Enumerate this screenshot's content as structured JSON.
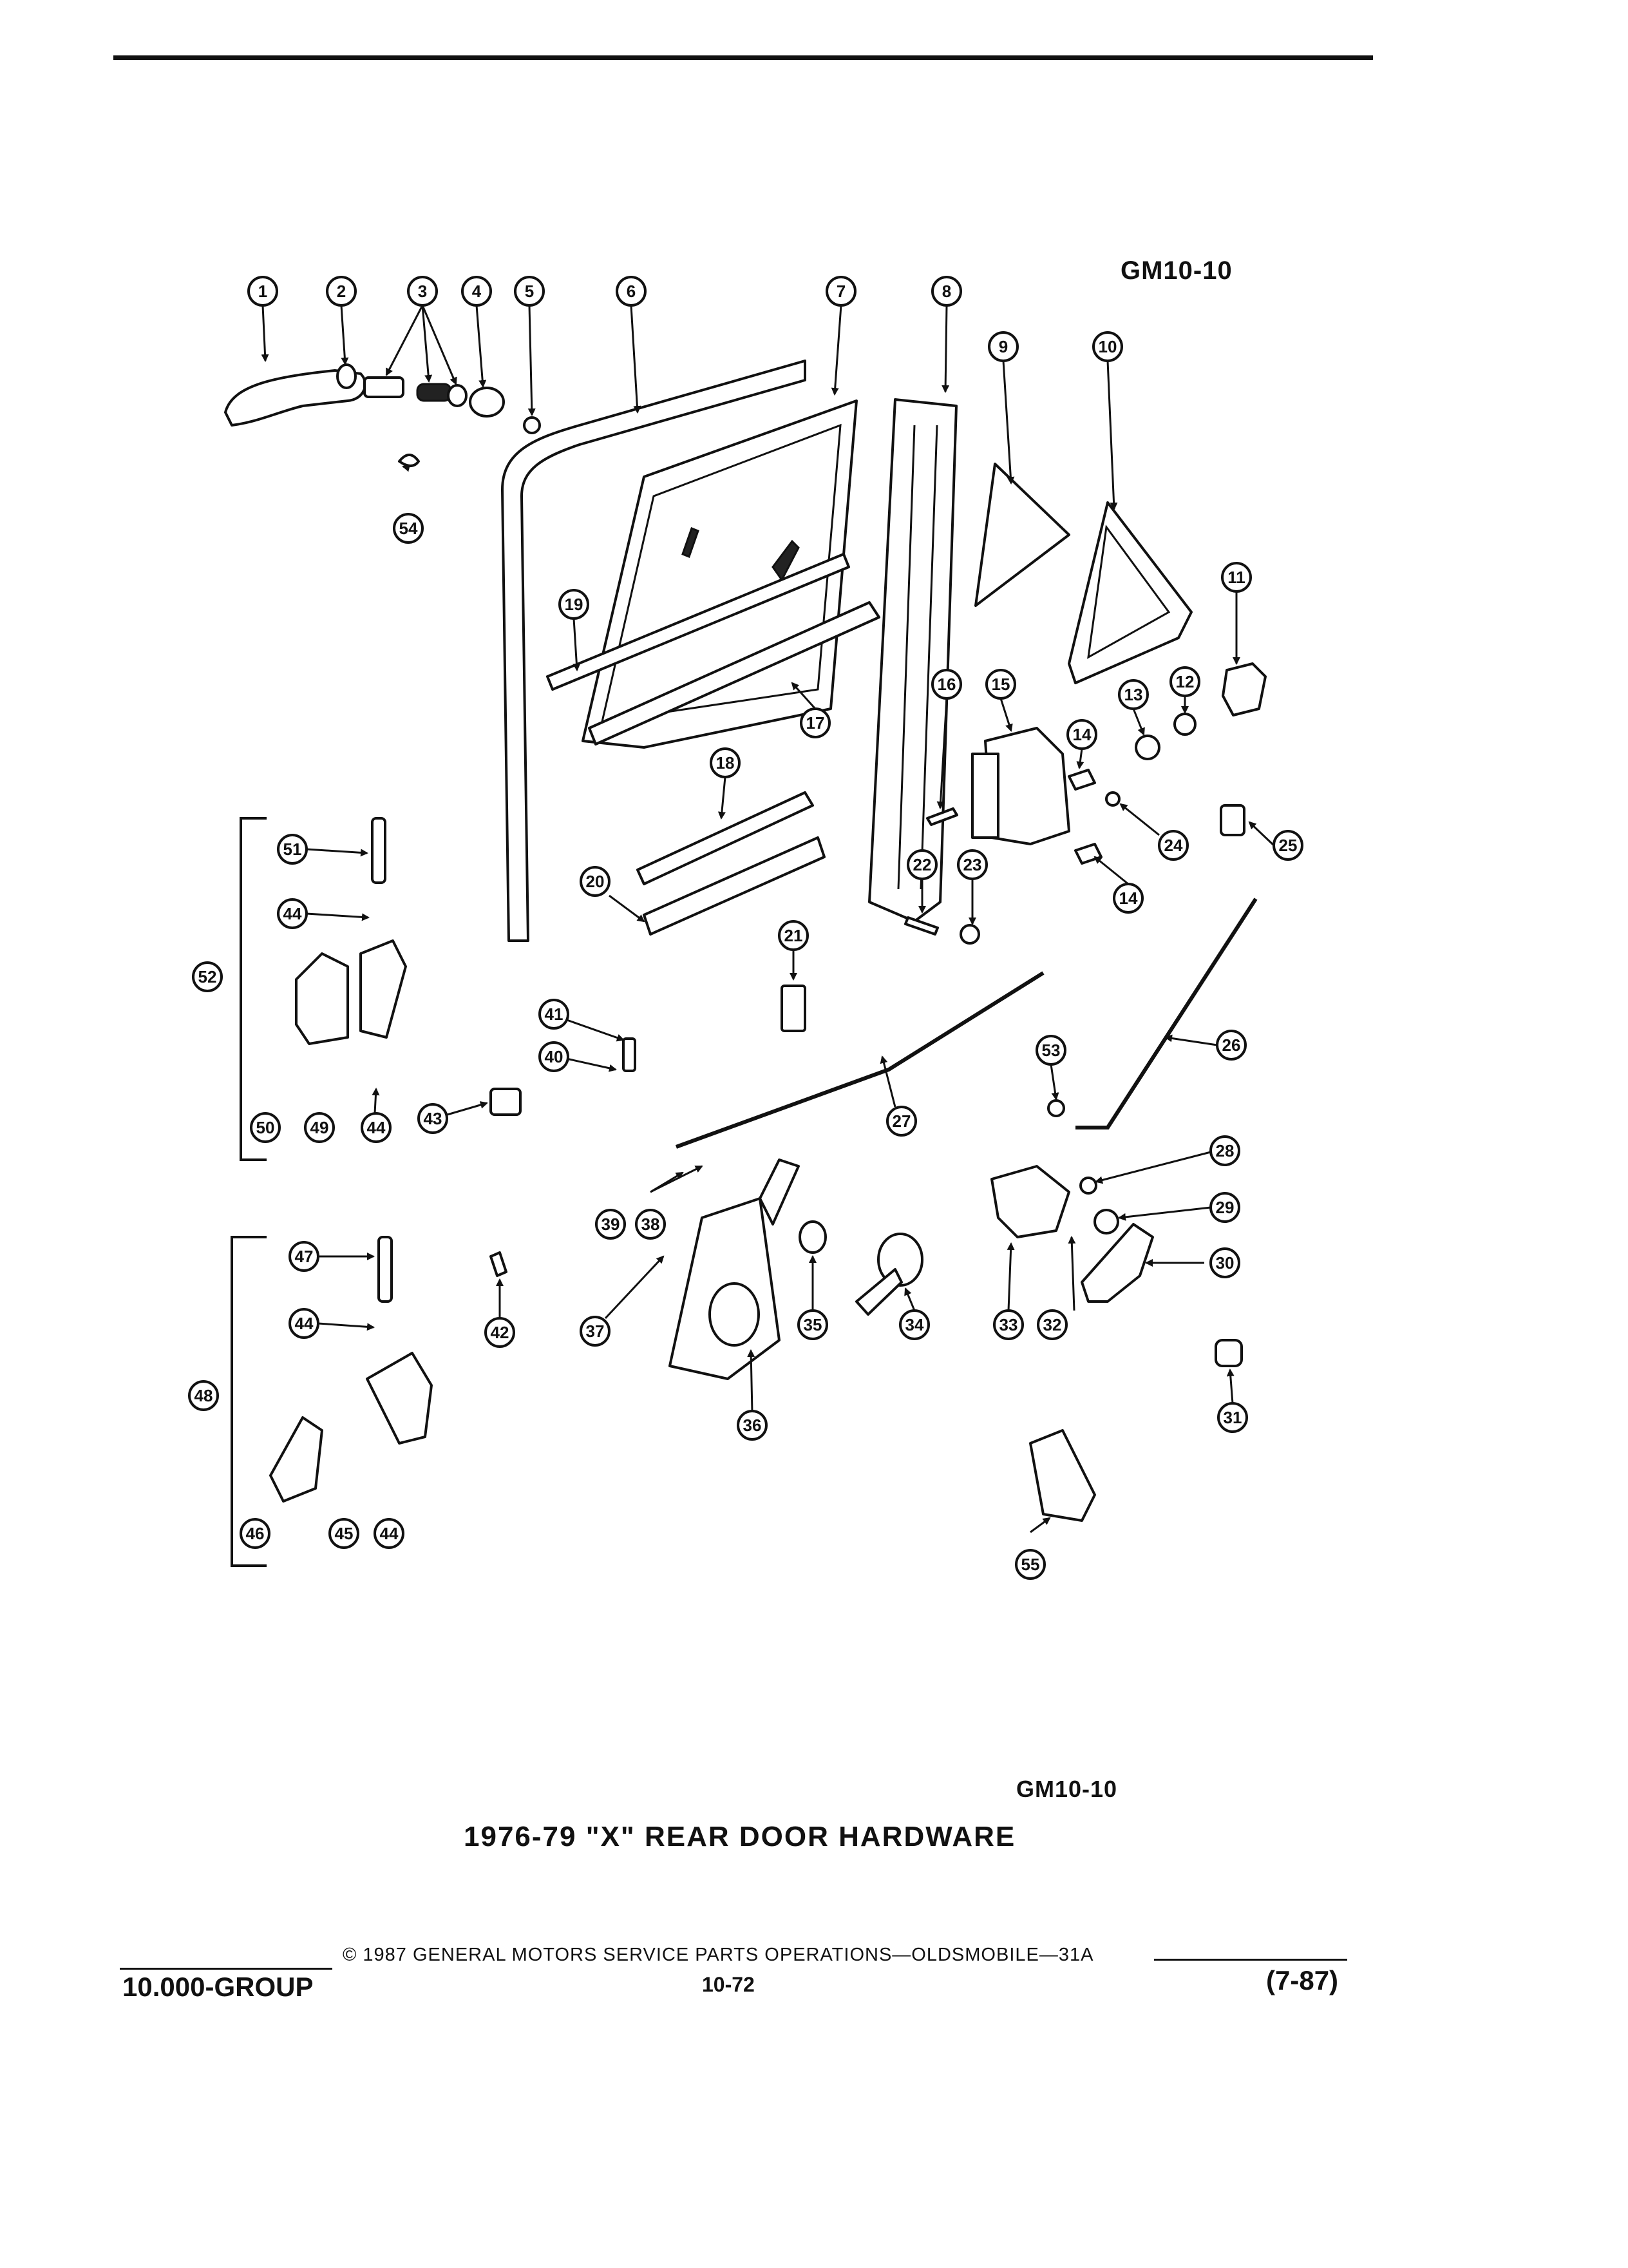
{
  "header": {
    "diagram_code": "GM10-10"
  },
  "diagram": {
    "callouts": [
      "1",
      "2",
      "3",
      "4",
      "5",
      "6",
      "7",
      "8",
      "9",
      "10",
      "11",
      "12",
      "13",
      "14",
      "15",
      "16",
      "17",
      "18",
      "19",
      "20",
      "21",
      "22",
      "23",
      "24",
      "25",
      "26",
      "27",
      "28",
      "29",
      "30",
      "31",
      "32",
      "33",
      "34",
      "35",
      "36",
      "37",
      "38",
      "39",
      "40",
      "41",
      "42",
      "43",
      "44",
      "45",
      "46",
      "47",
      "48",
      "49",
      "50",
      "51",
      "52",
      "53",
      "54",
      "55"
    ]
  },
  "caption": {
    "code": "GM10-10",
    "title": "1976-79 \"X\" REAR DOOR HARDWARE"
  },
  "footer": {
    "copyright": "© 1987 GENERAL MOTORS SERVICE PARTS OPERATIONS—OLDSMOBILE—31A",
    "group": "10.000-GROUP",
    "page": "10-72",
    "revision": "(7-87)"
  }
}
